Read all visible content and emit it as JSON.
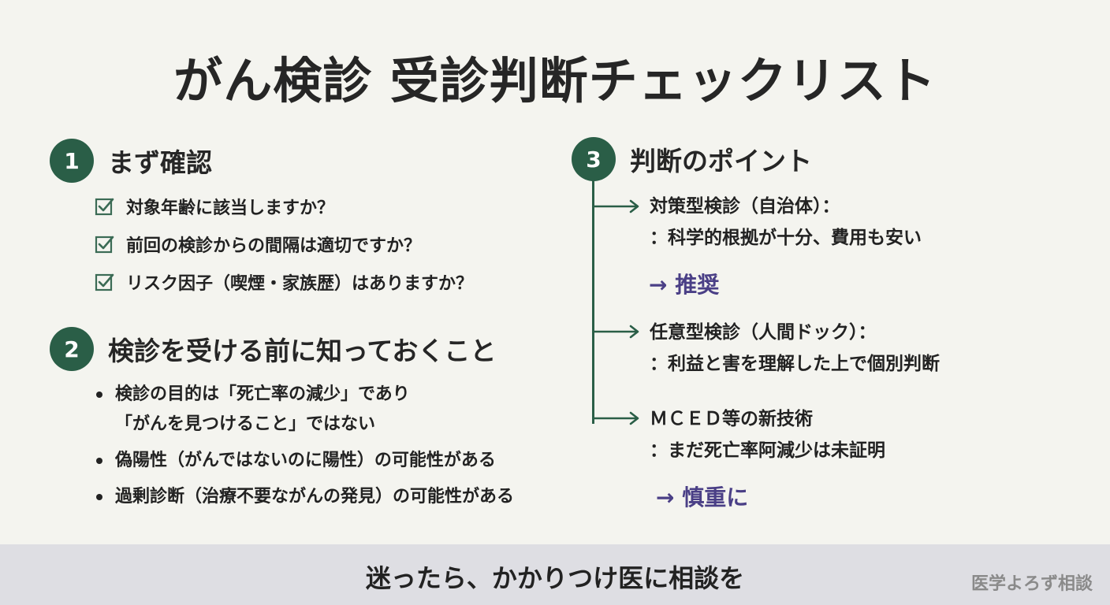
{
  "title": "がん検診 受診判断チェックリスト",
  "section1": {
    "number": "1",
    "title": "まず確認",
    "items": [
      "対象年齢に該当しますか？",
      "前回の検診からの間隔は適切ですか？",
      "リスク因子（喫煙・家族歴）はありますか？"
    ]
  },
  "section2": {
    "number": "2",
    "title": "検診を受ける前に知っておくこと",
    "items": [
      {
        "line1": "検診の目的は「死亡率の減少」であり",
        "line2": "「がんを見つけること」ではない"
      },
      {
        "line1": "偽陽性（がんではないのに陽性）の可能性がある",
        "line2": ""
      },
      {
        "line1": "過剰診断（治療不要ながんの発見）の可能性がある",
        "line2": ""
      }
    ]
  },
  "section3": {
    "number": "3",
    "title": "判断のポイント",
    "branches": [
      {
        "line1": "対策型検診（自治体）：",
        "line2": "：科学的根拠が十分、費用も安い",
        "recommendation": "→ 推奨"
      },
      {
        "line1": "任意型検診（人間ドック）：",
        "line2": "：利益と害を理解した上で個別判断",
        "recommendation": ""
      },
      {
        "line1": "ＭＣＥＤ等の新技術",
        "line2": "：まだ死亡率阿減少は未証明",
        "recommendation": "→ 慎重に"
      }
    ]
  },
  "footer": {
    "message": "迷ったら、かかりつけ医に相談を",
    "brand": "医学よろず相談"
  },
  "colors": {
    "badge": "#2a5e47",
    "recommendation": "#4a3f86",
    "background": "#f4f4ef",
    "footer": "#dedee3"
  }
}
